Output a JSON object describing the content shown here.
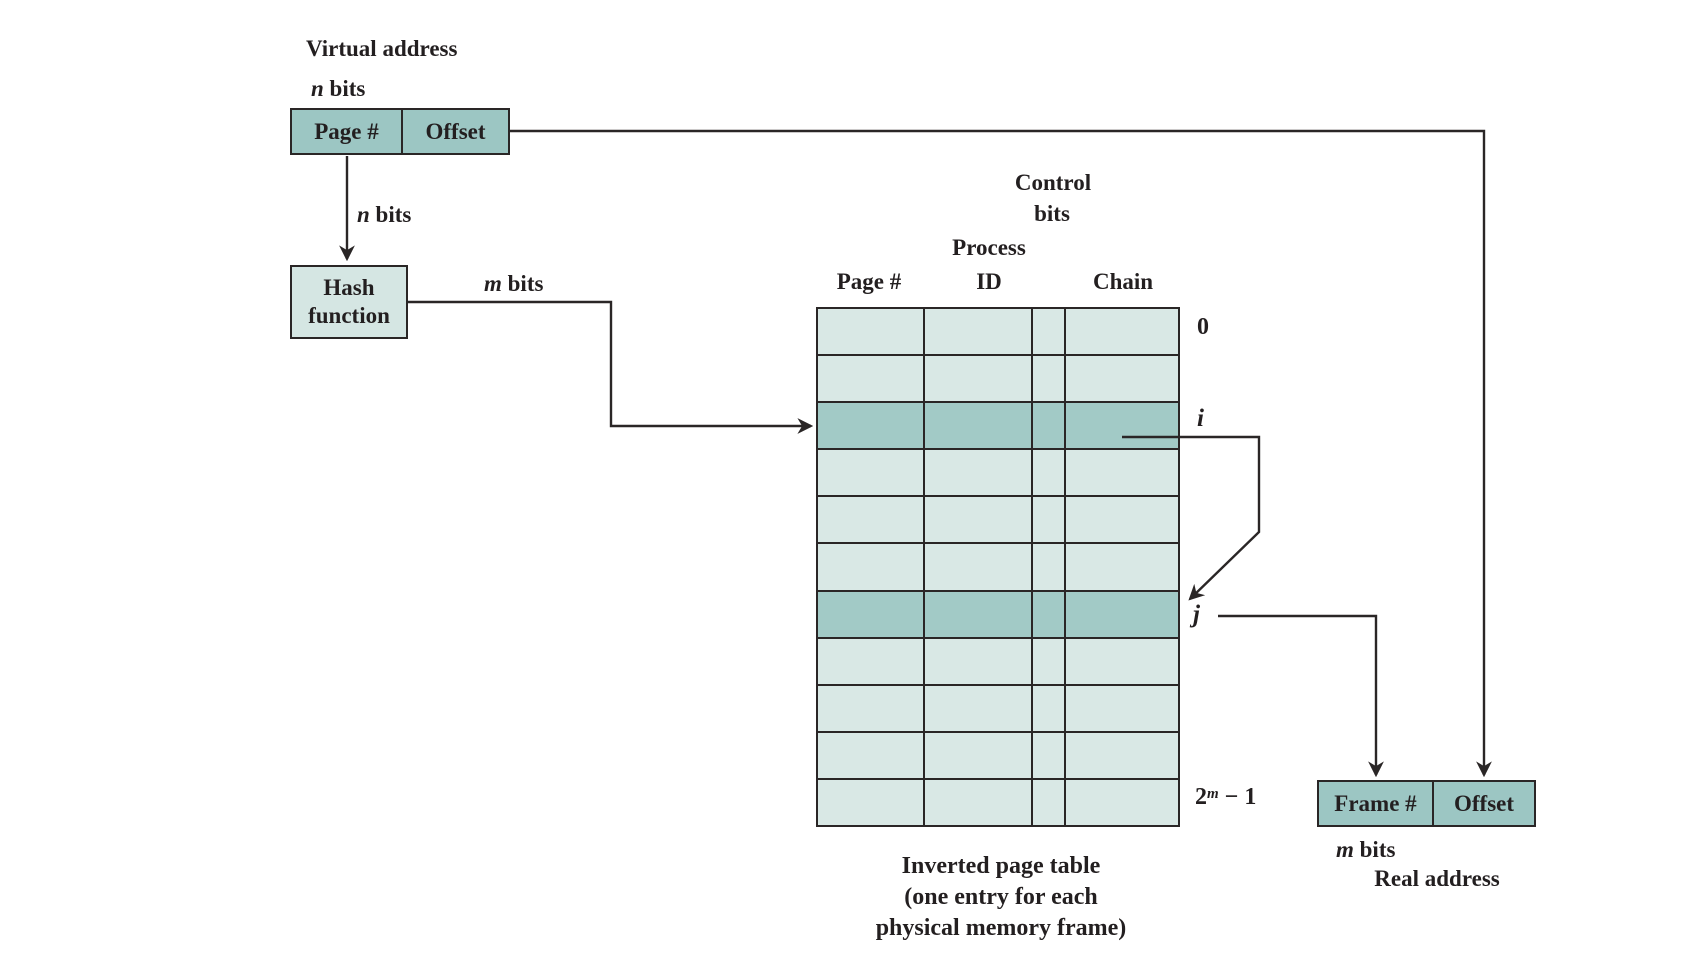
{
  "colors": {
    "line": "#2a2626",
    "text": "#231f20",
    "box_dark": "#9cc6c3",
    "box_light": "#d5e6e3",
    "row_light": "#d9e8e5",
    "row_highlight": "#a2cac6",
    "bg": "#ffffff"
  },
  "virtual_address": {
    "title": "Virtual address",
    "bits": {
      "italic": "n",
      "rest": " bits"
    },
    "fields": [
      {
        "label": "Page #"
      },
      {
        "label": "Offset"
      }
    ]
  },
  "hash": {
    "input_bits": {
      "italic": "n",
      "rest": " bits"
    },
    "label_line1": "Hash",
    "label_line2": "function",
    "output_bits": {
      "italic": "m",
      "rest": " bits"
    }
  },
  "table": {
    "headers": {
      "page": "Page #",
      "process_line1": "Process",
      "process_line2": "ID",
      "control_line1": "Control",
      "control_line2": "bits",
      "chain": "Chain"
    },
    "row_count": 11,
    "highlighted_rows": [
      2,
      6
    ],
    "row_labels": {
      "first": "0",
      "i": "i",
      "j": "j",
      "last": {
        "base": "2",
        "sup": "m",
        "rest": " − 1"
      }
    },
    "caption_line1": "Inverted page table",
    "caption_line2": "(one entry for each",
    "caption_line3": "physical memory frame)"
  },
  "real_address": {
    "fields": [
      {
        "label": "Frame #"
      },
      {
        "label": "Offset"
      }
    ],
    "bits": {
      "italic": "m",
      "rest": " bits"
    },
    "title": "Real address"
  }
}
